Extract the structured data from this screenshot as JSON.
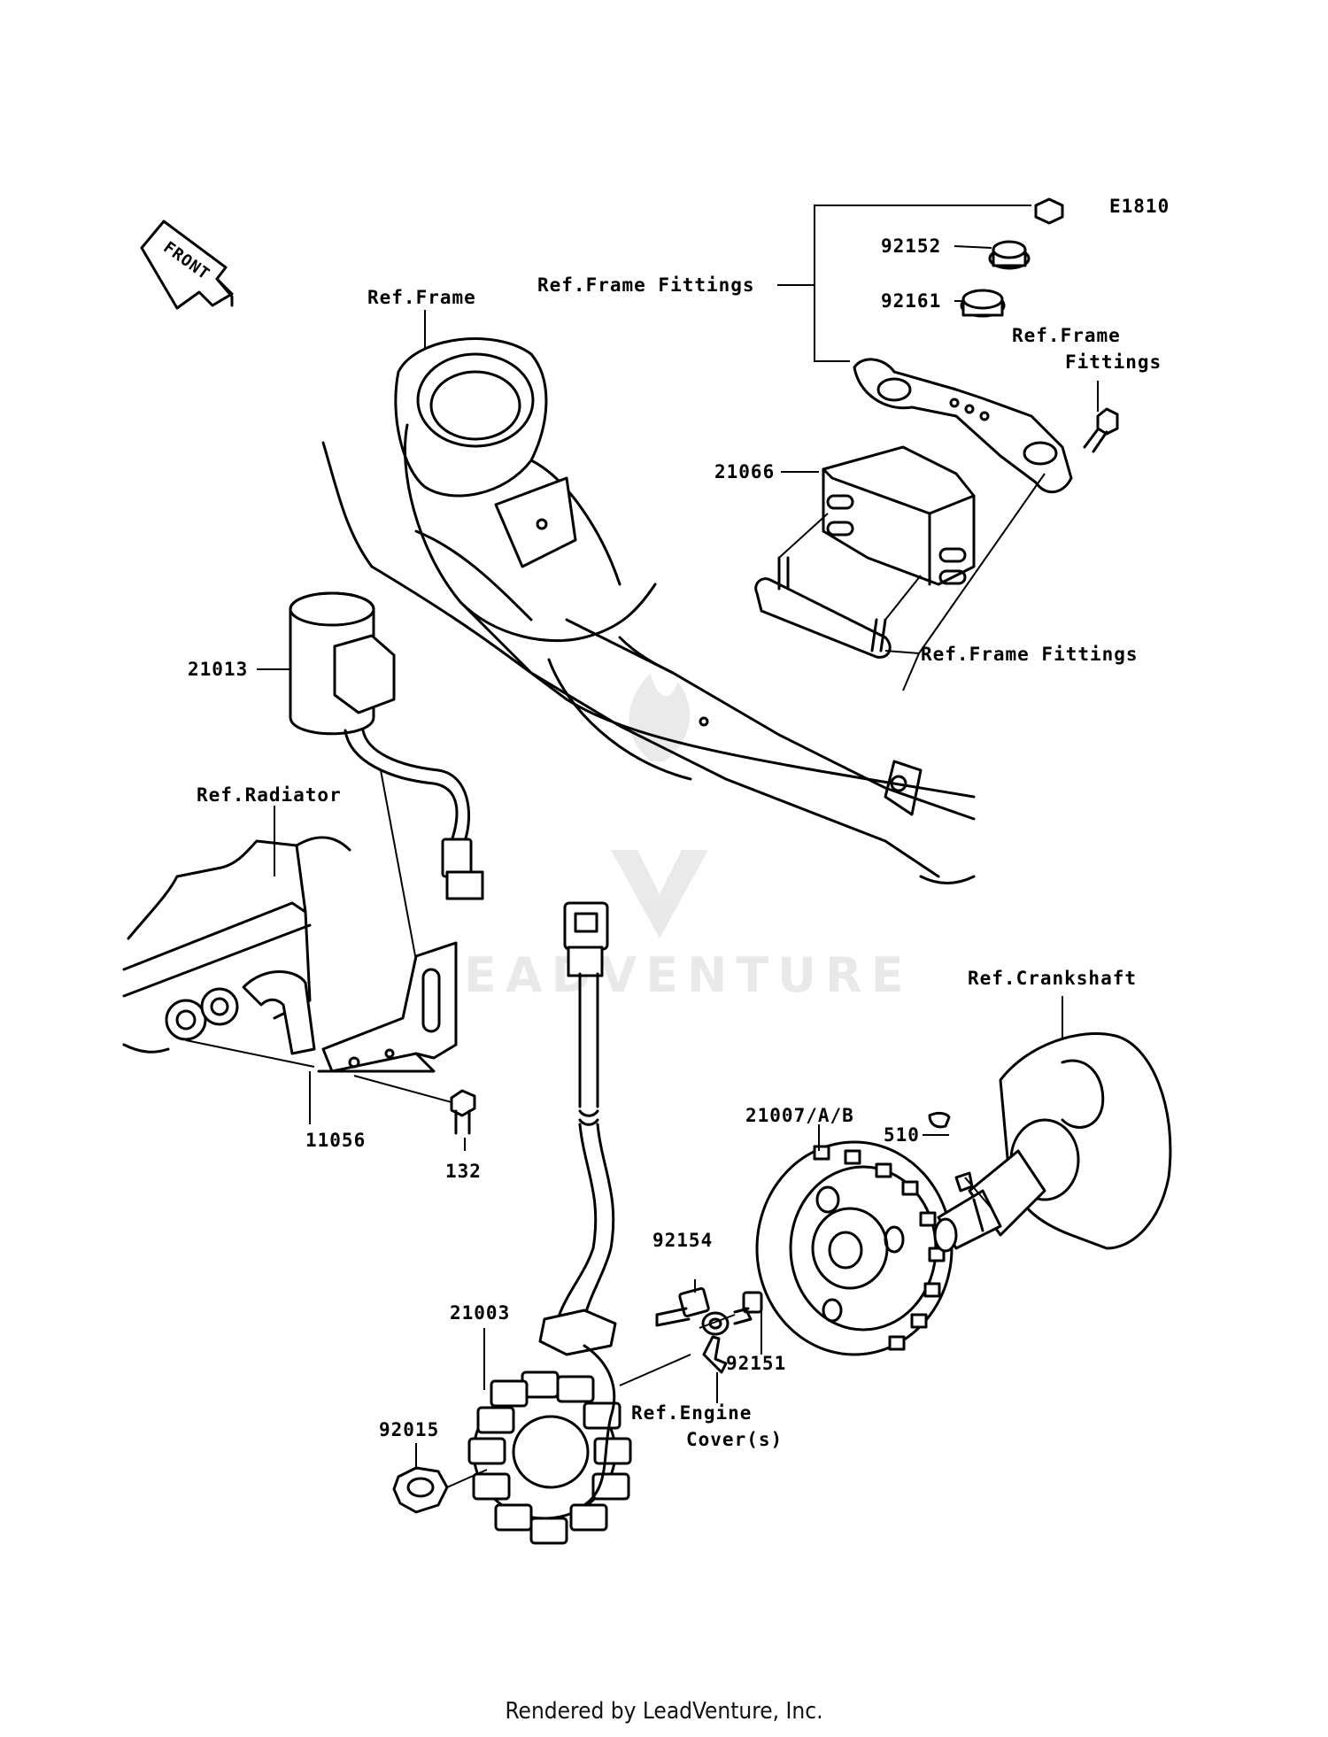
{
  "diagram_code": "E1810",
  "front_arrow": "FRONT",
  "refs": {
    "frame": "Ref.Frame",
    "frame_fittings_top": "Ref.Frame Fittings",
    "frame_fittings_right_1": "Ref.Frame",
    "frame_fittings_right_2": "Fittings",
    "frame_fittings_bottom": "Ref.Frame Fittings",
    "radiator": "Ref.Radiator",
    "crankshaft": "Ref.Crankshaft",
    "engine_cover_1": "Ref.Engine",
    "engine_cover_2": "Cover(s)"
  },
  "parts": {
    "p92152": "92152",
    "p92161": "92161",
    "p21066": "21066",
    "p21013": "21013",
    "p11056": "11056",
    "p132": "132",
    "p21007": "21007/A/B",
    "p510": "510",
    "p92154": "92154",
    "p21003": "21003",
    "p92151": "92151",
    "p92015": "92015"
  },
  "watermark": "LEADVENTURE",
  "footer": "Rendered by LeadVenture, Inc."
}
